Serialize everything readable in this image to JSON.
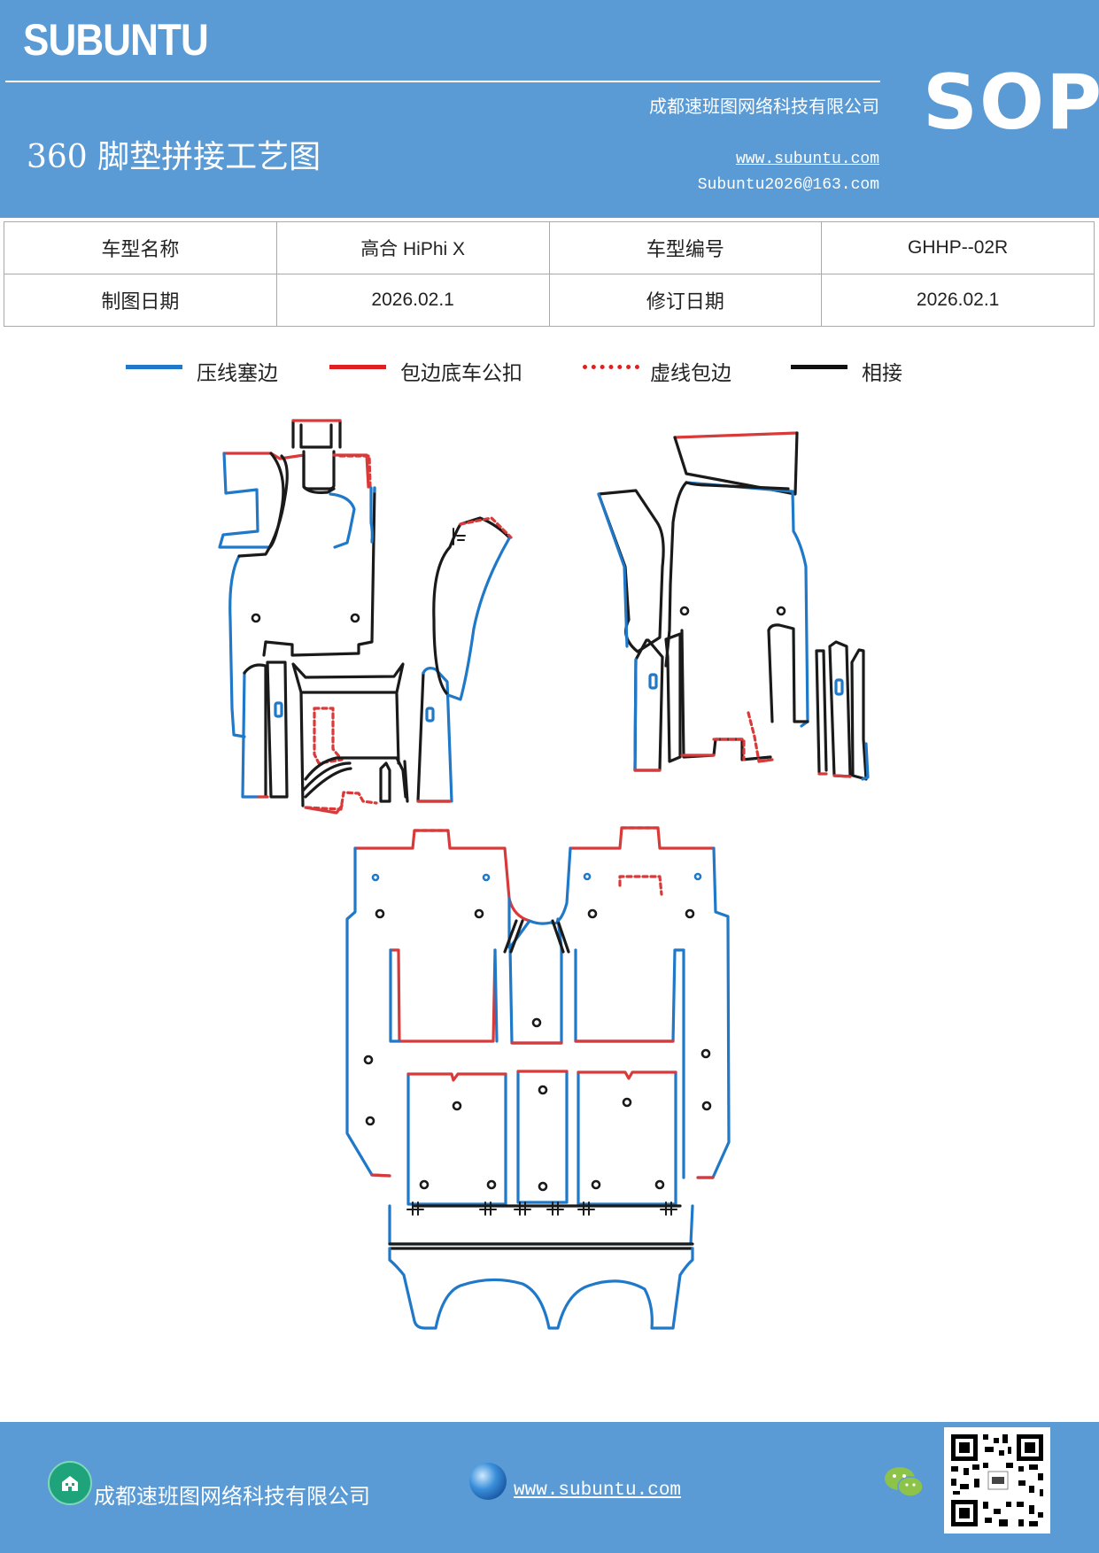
{
  "header": {
    "brand": "SUBUNTU",
    "company": "成都速班图网络科技有限公司",
    "title": "360 脚垫拼接工艺图",
    "website": "www.subuntu.com",
    "email": "Subuntu2026@163.com",
    "badge": "SOP"
  },
  "info_table": {
    "rows": [
      {
        "label1": "车型名称",
        "value1": "高合 HiPhi X",
        "label2": "车型编号",
        "value2": "GHHP--02R"
      },
      {
        "label1": "制图日期",
        "value1": "2026.02.1",
        "label2": "修订日期",
        "value2": "2026.02.1"
      }
    ]
  },
  "legend": [
    {
      "label": "压线塞边",
      "color": "#1f78c8",
      "style": "solid"
    },
    {
      "label": "包边底车公扣",
      "color": "#e02020",
      "style": "solid"
    },
    {
      "label": "虚线包边",
      "color": "#e02020",
      "style": "dotted"
    },
    {
      "label": "相接",
      "color": "#111111",
      "style": "solid"
    }
  ],
  "colors": {
    "accent": "#5b9bd5",
    "press_edge": "#1f78c8",
    "wrap_edge": "#d83a3a",
    "join": "#1a1a1a"
  },
  "footer": {
    "company": "成都速班图网络科技有限公司",
    "website": "www.subuntu.com ",
    "icons": [
      "company-icon",
      "globe-icon",
      "wechat-icon",
      "qr-code"
    ]
  }
}
